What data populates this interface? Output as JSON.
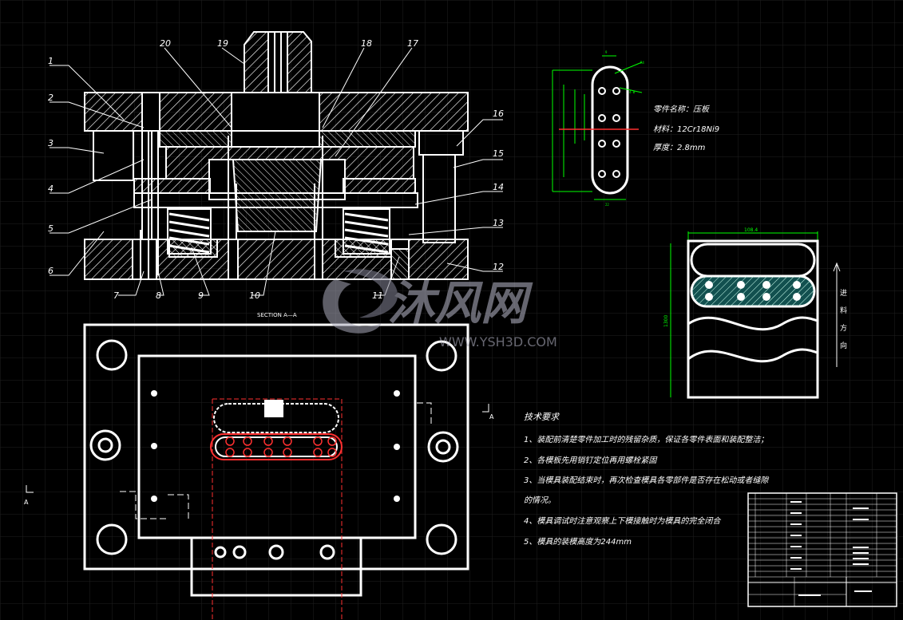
{
  "colors": {
    "background": "#000000",
    "grid": "#1f1f1f",
    "line": "#ffffff",
    "hatch": "#ffffff",
    "dimension": "#00ff00",
    "centerline": "#ff0000",
    "accent_yellow": "#ffff00",
    "strip_fill": "#12504f"
  },
  "callouts": {
    "left": [
      "1",
      "2",
      "3",
      "4",
      "5",
      "6"
    ],
    "bottom": [
      "7",
      "8",
      "9",
      "10",
      "11"
    ],
    "top": [
      "20",
      "19",
      "18",
      "17"
    ],
    "right": [
      "16",
      "15",
      "14",
      "13",
      "12"
    ]
  },
  "section_title": "SECTION A—A",
  "section_marks": {
    "left": "A",
    "right": "A"
  },
  "part_info": {
    "name_label": "零件名称：",
    "name_value": "压板",
    "material_label": "材料：",
    "material_value": "12Cr18Ni9",
    "thickness_label": "厚度：",
    "thickness_value": "2.8mm"
  },
  "strip_dims": {
    "width": "108.4",
    "height": "1300"
  },
  "feed_direction": [
    "进",
    "料",
    "方",
    "向"
  ],
  "watermark": {
    "brand": "沐风网",
    "url": "WWW.YSH3D.COM"
  },
  "tech_requirements": {
    "title": "技术要求",
    "items": [
      "1、装配前清楚零件加工时的残留杂质，保证各零件表面和装配整洁；",
      "2、各模板先用销钉定位再用螺栓紧固",
      "3、当模具装配结束时，再次检查模具各零部件是否存在松动或者缝隙",
      "的情况。",
      "4、模具调试时注意观察上下模接触时为模具的完全闭合",
      "5、模具的装模高度为244mm"
    ]
  }
}
